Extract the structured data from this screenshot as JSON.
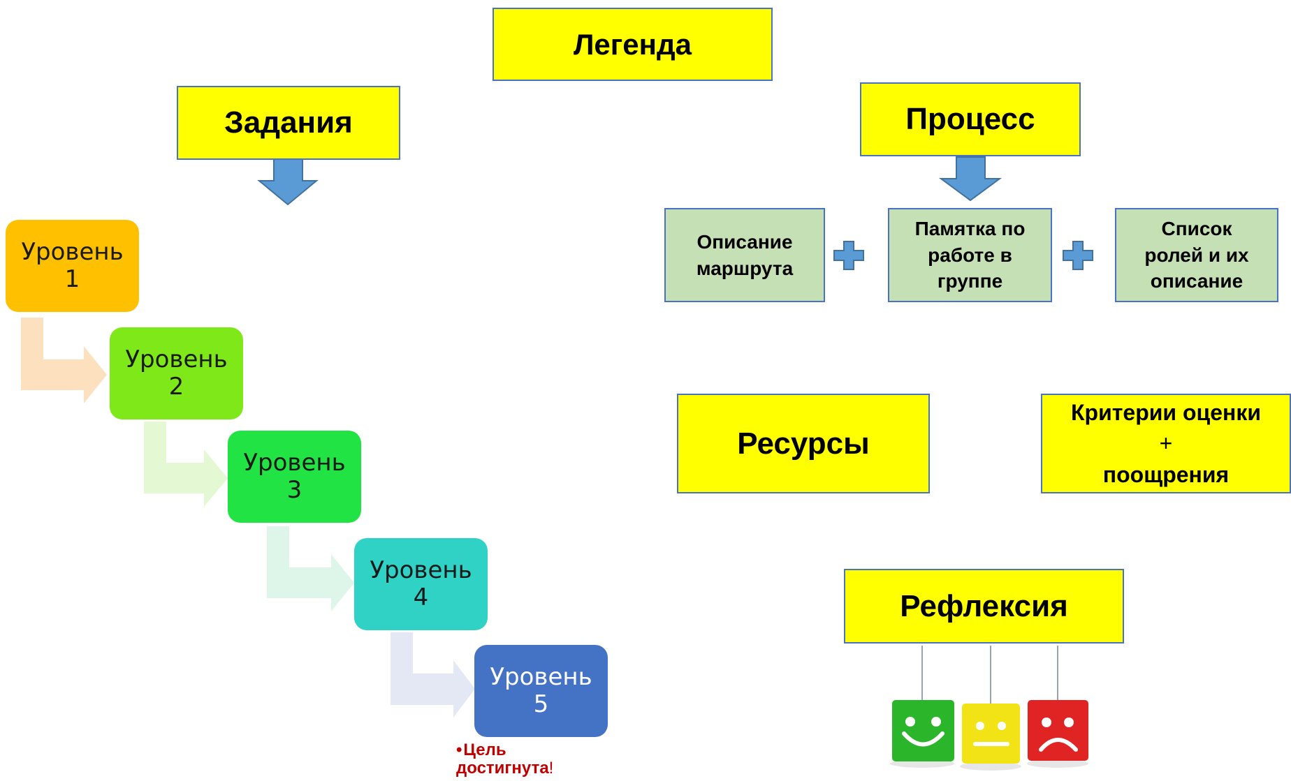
{
  "legend": "Легенда",
  "tasks": {
    "title": "Задания",
    "levels": [
      {
        "label": "Уровень\n1",
        "color": "#ffc000"
      },
      {
        "label": "Уровень\n2",
        "color": "#7fe818"
      },
      {
        "label": "Уровень\n3",
        "color": "#22e344"
      },
      {
        "label": "Уровень\n4",
        "color": "#31d2c6"
      },
      {
        "label": "Уровень\n5",
        "color": "#4472c4"
      }
    ],
    "goal_text": "Цель достигнута",
    "goal_mark": "!"
  },
  "process": {
    "title": "Процесс",
    "items": [
      "Описание маршрута",
      "Памятка по работе в группе",
      "Список ролей и их описание"
    ]
  },
  "resources": "Ресурсы",
  "criteria": {
    "line1": "Критерии оценки",
    "plus": "+",
    "line2": "поощрения"
  },
  "reflection": {
    "title": "Рефлексия",
    "faces": [
      {
        "mood": "happy",
        "color": "#2bb52b"
      },
      {
        "mood": "neutral",
        "color": "#f2e317"
      },
      {
        "mood": "sad",
        "color": "#e02424"
      }
    ]
  },
  "colors": {
    "legend_box": "#ffff00",
    "process_item": "#c5e0b4",
    "box_border": "#4a72c4",
    "arrow": "#5b9bd5",
    "goal_text": "#c00000"
  }
}
